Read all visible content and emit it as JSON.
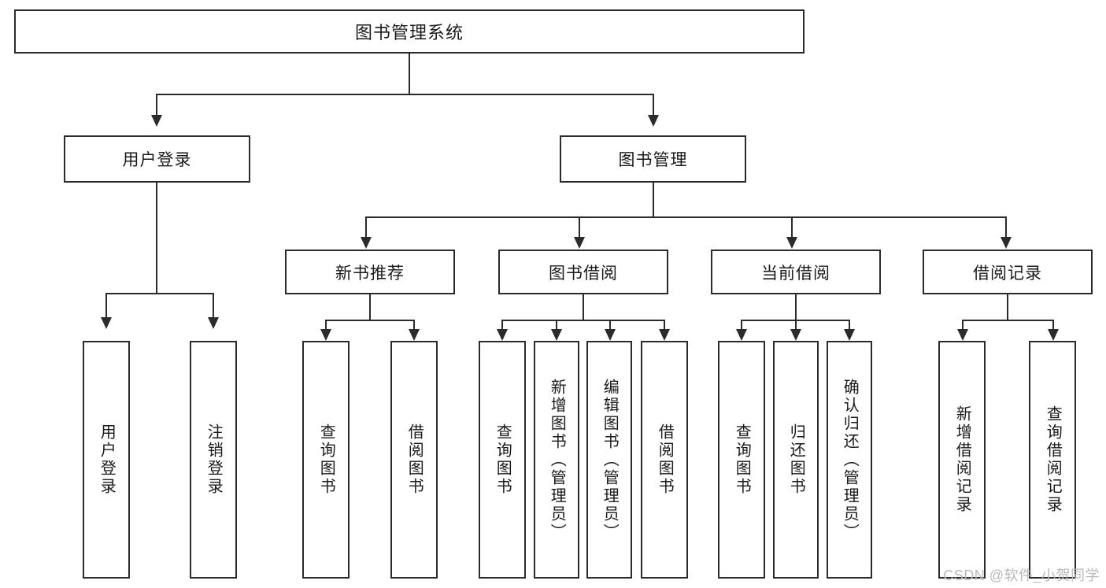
{
  "diagram": {
    "title": "图书管理系统",
    "type": "tree",
    "watermark": "CSDN @软件_小贺同学",
    "colors": {
      "stroke": "#2b2b2b",
      "fill": "#ffffff",
      "text": "#1a1a1a",
      "watermark": "#b9b9b9"
    },
    "root": {
      "label": "图书管理系统"
    },
    "level2": [
      {
        "id": "user-login",
        "label": "用户登录"
      },
      {
        "id": "book-management",
        "label": "图书管理"
      }
    ],
    "level3": [
      {
        "id": "new-book-recommend",
        "label": "新书推荐"
      },
      {
        "id": "book-borrow",
        "label": "图书借阅"
      },
      {
        "id": "current-borrow",
        "label": "当前借阅"
      },
      {
        "id": "borrow-record",
        "label": "借阅记录"
      }
    ],
    "leaves": {
      "user_login": [
        {
          "id": "leaf-user-login",
          "label": "用户登录"
        },
        {
          "id": "leaf-logout-login",
          "label": "注销登录"
        }
      ],
      "new_book_recommend": [
        {
          "id": "leaf-query-book-1",
          "label": "查询图书"
        },
        {
          "id": "leaf-borrow-book-1",
          "label": "借阅图书"
        }
      ],
      "book_borrow": [
        {
          "id": "leaf-query-book-2",
          "label": "查询图书"
        },
        {
          "id": "leaf-add-book",
          "label": "新增图书（管理员）"
        },
        {
          "id": "leaf-edit-book",
          "label": "编辑图书（管理员）"
        },
        {
          "id": "leaf-borrow-book-2",
          "label": "借阅图书"
        }
      ],
      "current_borrow": [
        {
          "id": "leaf-query-book-3",
          "label": "查询图书"
        },
        {
          "id": "leaf-return-book",
          "label": "归还图书"
        },
        {
          "id": "leaf-confirm-return",
          "label": "确认归还（管理员）"
        }
      ],
      "borrow_record": [
        {
          "id": "leaf-add-borrow-record",
          "label": "新增借阅记录"
        },
        {
          "id": "leaf-query-borrow-record",
          "label": "查询借阅记录"
        }
      ]
    }
  }
}
